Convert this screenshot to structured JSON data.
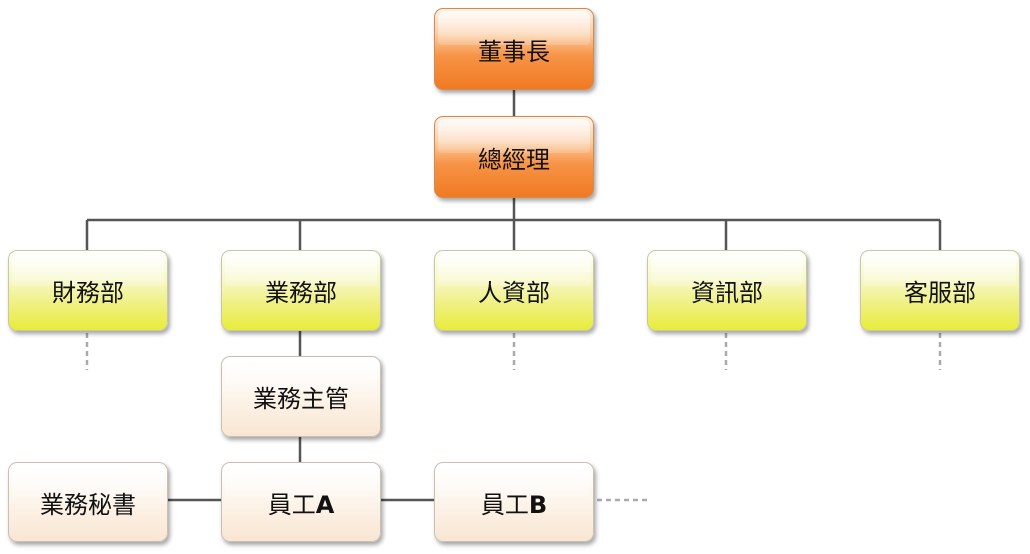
{
  "org_chart": {
    "chairman": {
      "label": "董事長"
    },
    "general_manager": {
      "label": "總經理"
    },
    "departments": [
      {
        "label": "財務部"
      },
      {
        "label": "業務部"
      },
      {
        "label": "人資部"
      },
      {
        "label": "資訊部"
      },
      {
        "label": "客服部"
      }
    ],
    "sales_manager": {
      "label": "業務主管"
    },
    "sales_secretary": {
      "label": "業務秘書"
    },
    "employee_a": {
      "label_cjk": "員工",
      "label_latin": "A"
    },
    "employee_b": {
      "label_cjk": "員工",
      "label_latin": "B"
    }
  },
  "colors": {
    "executive_fill": "#f07a22",
    "department_fill": "#e8ec3a",
    "staff_fill": "#f9e6d3",
    "connector_line": "#555555",
    "dashed_line": "#aaaaaa"
  }
}
